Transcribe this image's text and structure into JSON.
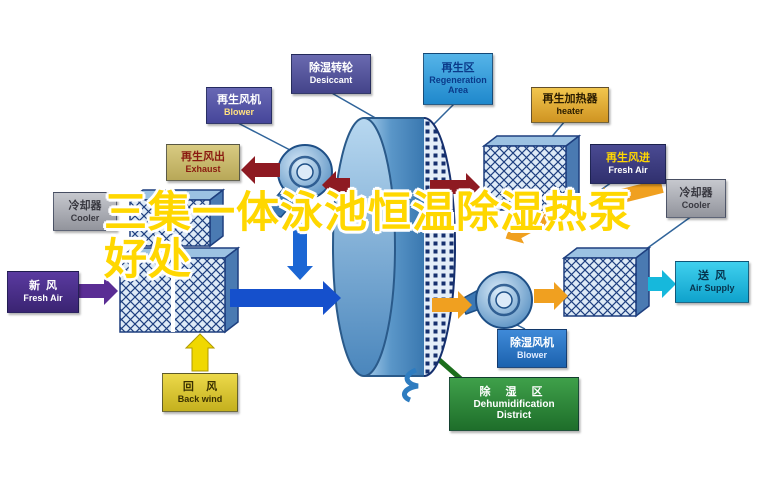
{
  "title": {
    "line1": "三集一体泳池恒温除湿热泵",
    "line2": "好处"
  },
  "labels": {
    "desiccant": {
      "zh": "除湿转轮",
      "en": "Desiccant"
    },
    "regeneration_area": {
      "zh": "再生区",
      "en": "Regeneration Area"
    },
    "regen_blower": {
      "zh": "再生风机",
      "en": "Blower"
    },
    "regen_heater": {
      "zh": "再生加热器",
      "en": "heater"
    },
    "exhaust": {
      "zh": "再生风出",
      "en": "Exhaust"
    },
    "regen_fresh_air": {
      "zh": "再生风进",
      "en": "Fresh Air"
    },
    "cooler_left": {
      "zh": "冷却器",
      "en": "Cooler"
    },
    "cooler_right": {
      "zh": "冷却器",
      "en": "Cooler"
    },
    "fresh_air": {
      "zh": "新  风",
      "en": "Fresh Air"
    },
    "air_supply": {
      "zh": "送  风",
      "en": "Air Supply"
    },
    "back_wind": {
      "zh": "回    风",
      "en": "Back wind"
    },
    "dehumid_blower": {
      "zh": "除湿风机",
      "en": "Blower"
    },
    "dehumid_district": {
      "zh": "除 湿 区",
      "en1": "Dehumidification",
      "en2": "District"
    }
  },
  "colors": {
    "title_fill": "#ffd700",
    "title_outline": "#ffffff",
    "arrow_dark_red": "#8e1a22",
    "arrow_orange": "#f0a020",
    "arrow_yellow": "#f0d800",
    "arrow_blue": "#1550cc",
    "arrow_purple": "#5a2d94",
    "arrow_cyan": "#16b8dc",
    "machine_blue": "#4a86bc",
    "district_green": "#2e8b35"
  }
}
